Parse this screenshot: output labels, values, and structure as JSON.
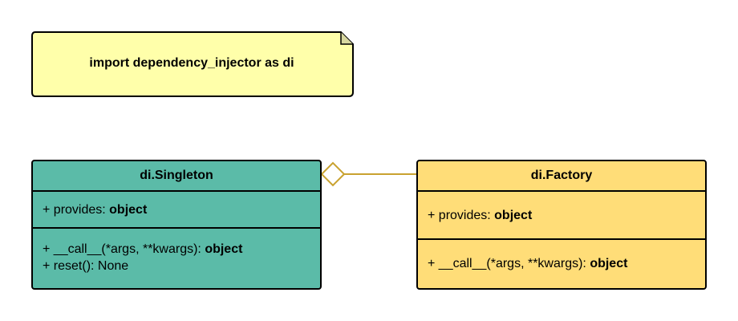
{
  "note": {
    "text": "import dependency_injector as di"
  },
  "classes": {
    "singleton": {
      "name": "di.Singleton",
      "attributes": [
        {
          "prefix": "+ provides: ",
          "type": "object"
        }
      ],
      "operations": [
        {
          "prefix": "+ __call__(*args, **kwargs): ",
          "type": "object"
        },
        {
          "prefix": "+ reset(): None",
          "type": ""
        }
      ]
    },
    "factory": {
      "name": "di.Factory",
      "attributes": [
        {
          "prefix": "+ provides: ",
          "type": "object"
        }
      ],
      "operations": [
        {
          "prefix": "+ __call__(*args, **kwargs): ",
          "type": "object"
        }
      ]
    }
  },
  "relationship": {
    "kind": "aggregation"
  },
  "colors": {
    "note_fill": "#ffffaa",
    "singleton_fill": "#5bbba8",
    "factory_fill": "#ffdd78",
    "connector": "#c9a230"
  }
}
